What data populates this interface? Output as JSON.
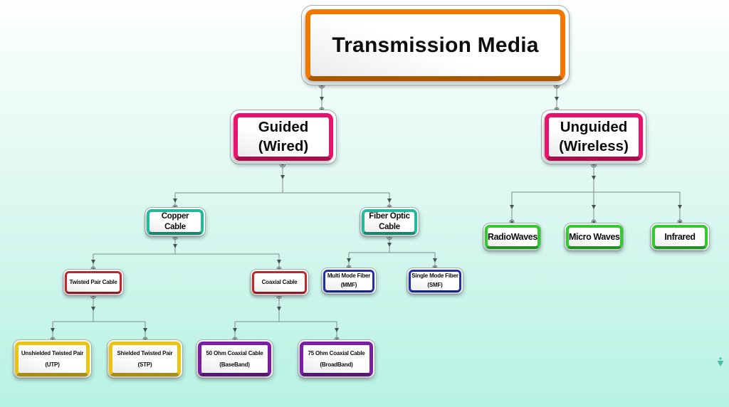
{
  "diagram": {
    "title": "Transmission Media",
    "nodes": {
      "root": {
        "lines": [
          "Transmission Media"
        ]
      },
      "guided": {
        "lines": [
          "Guided",
          "(Wired)"
        ]
      },
      "unguided": {
        "lines": [
          "Unguided",
          "(Wireless)"
        ]
      },
      "copper": {
        "lines": [
          "Copper",
          "Cable"
        ]
      },
      "fiber": {
        "lines": [
          "Fiber Optic",
          "Cable"
        ]
      },
      "radio": {
        "lines": [
          "RadioWaves"
        ]
      },
      "micro": {
        "lines": [
          "Micro Waves"
        ]
      },
      "infrared": {
        "lines": [
          "Infrared"
        ]
      },
      "twisted": {
        "lines": [
          "Twisted Pair Cable"
        ]
      },
      "coaxial": {
        "lines": [
          "Coaxial Cable"
        ]
      },
      "mmf": {
        "lines": [
          "Multi Mode Fiber",
          "(MMF)"
        ]
      },
      "smf": {
        "lines": [
          "Single Mode Fiber",
          "(SMF)"
        ]
      },
      "utp": {
        "lines": [
          "Unshielded Twisted Pair",
          "(UTP)"
        ]
      },
      "stp": {
        "lines": [
          "Shielded Twisted Pair",
          "(STP)"
        ]
      },
      "ohm50": {
        "lines": [
          "50 Ohm Coaxial Cable",
          "(BaseBand)"
        ]
      },
      "ohm75": {
        "lines": [
          "75 Ohm Coaxial Cable",
          "(BroadBand)"
        ]
      }
    },
    "colors": {
      "root_border": "#F07800",
      "level2_border": "#E8136C",
      "cable_border": "#26B999",
      "wireless_border": "#2FCB2F",
      "copper_sub_border": "#C1272D",
      "fiber_sub_border": "#2230AE",
      "twisted_sub_border": "#E9C417",
      "coaxial_sub_border": "#7B1FA2",
      "connector": "#7D8C8C",
      "background_top": "#FEFFFF",
      "background_bottom": "#B7F2E2",
      "corner_mark": "#2BB5A0"
    }
  }
}
